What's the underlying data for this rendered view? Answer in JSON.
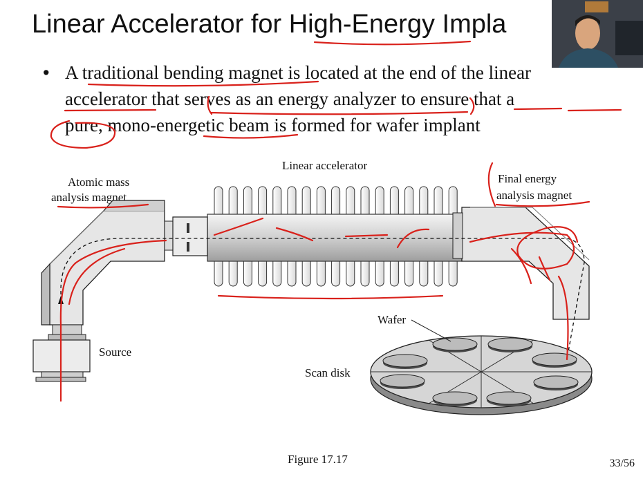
{
  "slide": {
    "title": "Linear Accelerator for High-Energy Impla",
    "bullet_lines": [
      "A traditional bending magnet is located at the end of the linear",
      "accelerator that serves as an energy analyzer to ensure that a",
      "pure, mono-energetic beam is formed for wafer implant"
    ],
    "caption": "Figure 17.17",
    "page": "33/56"
  },
  "diagram": {
    "labels": {
      "linear_accelerator": "Linear accelerator",
      "atomic_mass_1": "Atomic mass",
      "atomic_mass_2": "analysis magnet",
      "final_energy_1": "Final energy",
      "final_energy_2": "analysis magnet",
      "source": "Source",
      "wafer": "Wafer",
      "scan_disk": "Scan disk"
    }
  },
  "colors": {
    "annotation": "#d9211b",
    "magnet_fill": "#e6e6e6",
    "disk_fill": "#d6d6d6"
  },
  "icons": {
    "presenter_webcam": "presenter-webcam-image"
  }
}
